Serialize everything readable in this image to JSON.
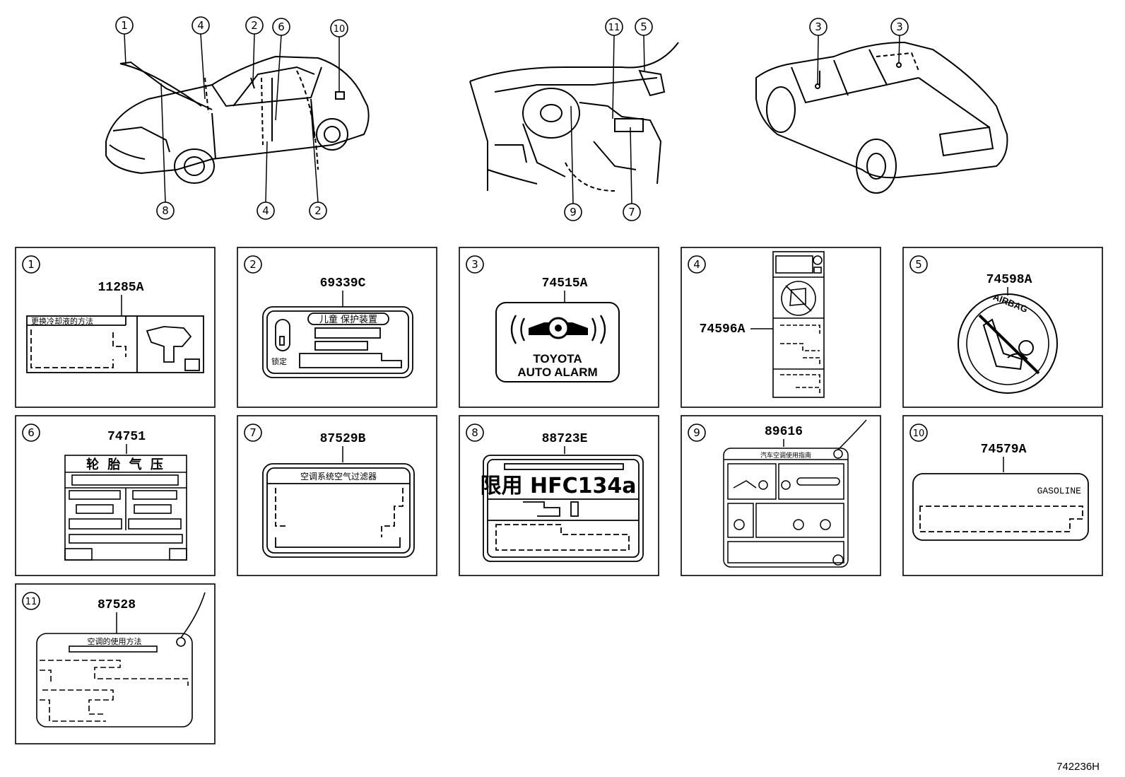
{
  "callouts": [
    "1",
    "2",
    "3",
    "4",
    "5",
    "6",
    "7",
    "8",
    "9",
    "10",
    "11"
  ],
  "panels": [
    {
      "num": "1",
      "part": "11285A",
      "text": "更换冷却液的方法"
    },
    {
      "num": "2",
      "part": "69339C",
      "text": "儿童 保护装置",
      "text2": "锁定"
    },
    {
      "num": "3",
      "part": "74515A",
      "text": "TOYOTA",
      "text2": "AUTO ALARM"
    },
    {
      "num": "4",
      "part": "74596A",
      "text": ""
    },
    {
      "num": "5",
      "part": "74598A",
      "text": "AIRBAG"
    },
    {
      "num": "6",
      "part": "74751",
      "text": "轮 胎 气 压"
    },
    {
      "num": "7",
      "part": "87529B",
      "text": "空调系统空气过滤器"
    },
    {
      "num": "8",
      "part": "88723E",
      "text": "限用 HFC134a"
    },
    {
      "num": "9",
      "part": "89616",
      "text": "汽车空调使用指南"
    },
    {
      "num": "10",
      "part": "74579A",
      "text": "GASOLINE"
    },
    {
      "num": "11",
      "part": "87528",
      "text": "空调的使用方法"
    }
  ],
  "reference_code": "742236H"
}
